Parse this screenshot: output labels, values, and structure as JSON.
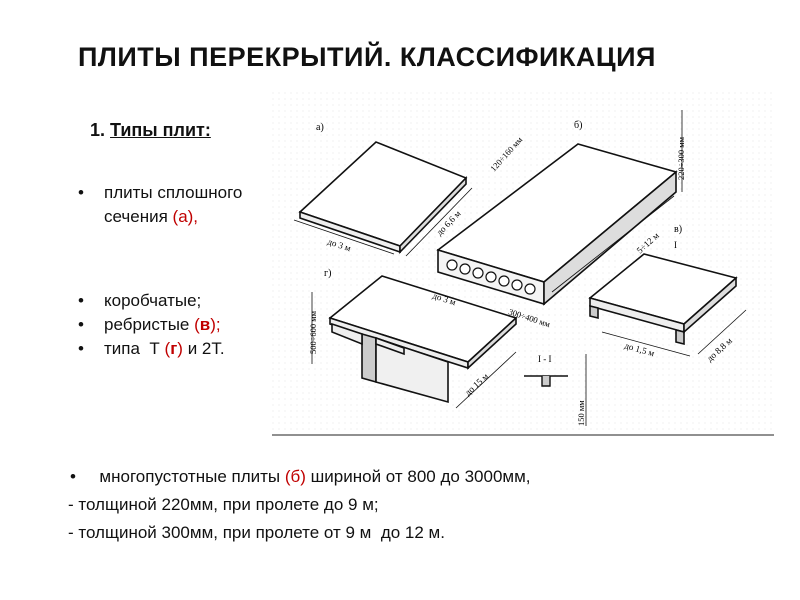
{
  "title": "ПЛИТЫ ПЕРЕКРЫТИЙ. КЛАССИФИКАЦИЯ",
  "section": {
    "number": "1.",
    "label": "Типы плит:"
  },
  "bullets_top": {
    "b1_line1": "плиты сплошного",
    "b1_line2": "сечения",
    "b1_mark": "(а),"
  },
  "bullets_mid": {
    "b2": "коробчатые;",
    "b3_text": "ребристые",
    "b3_mark_open": "(",
    "b3_mark": "в",
    "b3_mark_close": ");",
    "b4_text": "типа  Т",
    "b4_mark_open": "(",
    "b4_mark": "г",
    "b4_mark_close": ")",
    "b4_tail": "и 2Т."
  },
  "bottom": {
    "line1_pre": "многопустотные плиты",
    "line1_mark": "(б)",
    "line1_post": "шириной от 800 до 3000мм,",
    "line2": "- толщиной 220мм, при пролете до 9 м;",
    "line3": "- толщиной 300мм, при пролете от 9 м  до 12 м."
  },
  "figure": {
    "label_a": "а)",
    "label_b": "б)",
    "label_v": "в)",
    "label_g": "г)",
    "dim_a_width": "до 3 м",
    "dim_a_length": "до 6,6 м",
    "dim_b_thickness": "120÷160 мм",
    "dim_b_height": "220÷300 мм",
    "dim_b_width": "300÷400 мм",
    "dim_b_length": "5÷12 м",
    "dim_v_width": "до 1,5 м",
    "dim_v_length": "до 8,8 м",
    "section_mark": "I",
    "section_label": "I - I",
    "dim_section": "150 мм",
    "dim_g_height": "500÷600 мм",
    "dim_g_width": "до 3 м",
    "dim_g_length": "до 15 м"
  },
  "bullet_symbol": "•"
}
